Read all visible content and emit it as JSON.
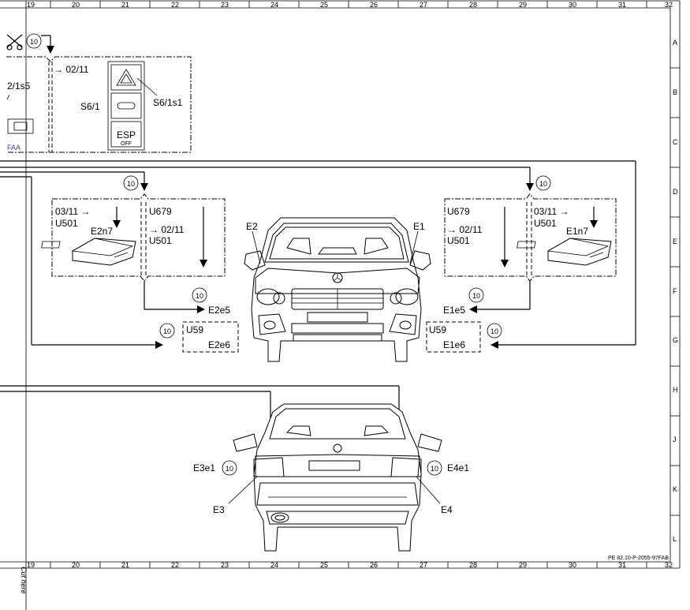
{
  "grid": {
    "columns": [
      "19",
      "20",
      "21",
      "22",
      "23",
      "24",
      "25",
      "26",
      "27",
      "28",
      "29",
      "30",
      "31",
      "32"
    ],
    "rows": [
      "A",
      "B",
      "C",
      "D",
      "E",
      "F",
      "G",
      "H",
      "J",
      "K",
      "L"
    ]
  },
  "circle_ref": "10",
  "components": {
    "s6_1": "S6/1",
    "s6_1s1": "S6/1s1",
    "s2_1s5": "2/1s5",
    "faa": "FAA",
    "esp_label": "ESP",
    "esp_off": "OFF",
    "e1": "E1",
    "e2": "E2",
    "e3": "E3",
    "e4": "E4",
    "e2n7": "E2n7",
    "e1n7": "E1n7",
    "e2e5": "E2e5",
    "e2e6": "E2e6",
    "e1e5": "E1e5",
    "e1e6": "E1e6",
    "e3e1": "E3e1",
    "e4e1": "E4e1"
  },
  "codes": {
    "u679": "U679",
    "u501": "U501",
    "u59": "U59",
    "from_0311": "03/11 →",
    "to_0211": "→ 02/11"
  },
  "footer": {
    "doc_id": "PE 82.10-P-2055-97FAB",
    "cut_here": "Cut here"
  }
}
